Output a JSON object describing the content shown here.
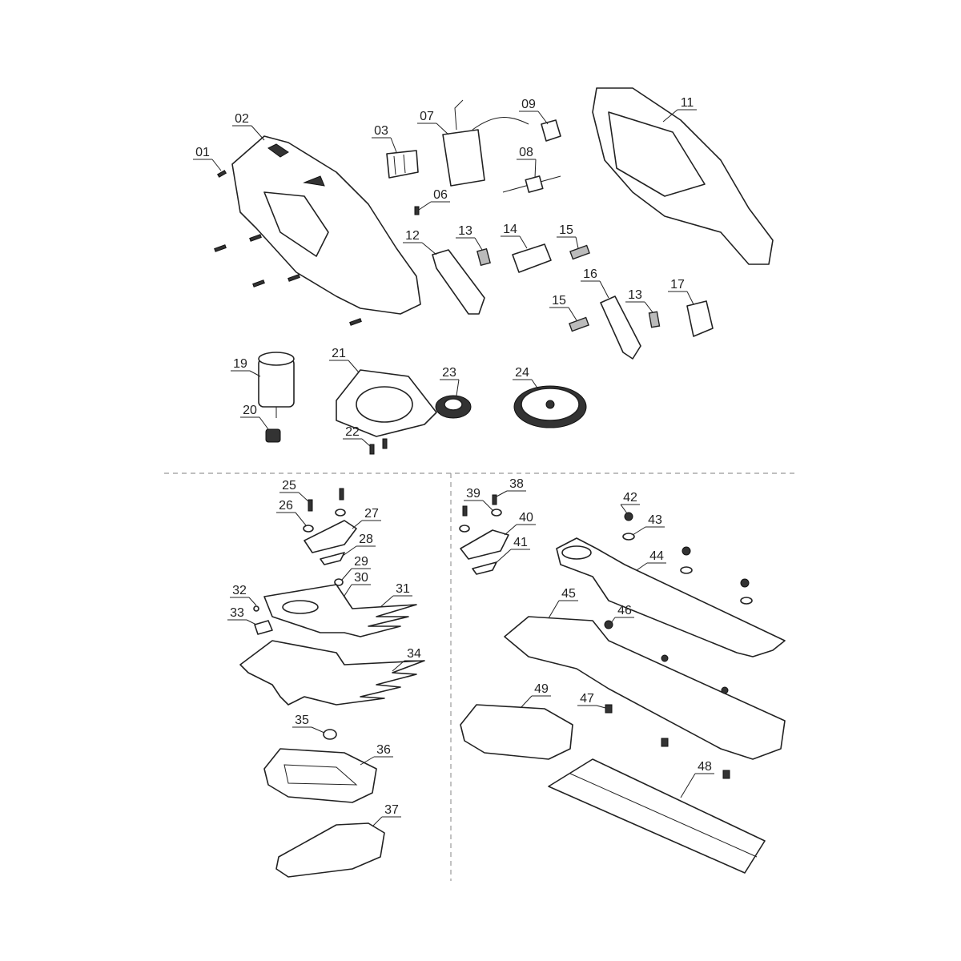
{
  "diagram_title": "",
  "labels": {
    "p01": "01",
    "p02": "02",
    "p03": "03",
    "p06": "06",
    "p07": "07",
    "p08": "08",
    "p09": "09",
    "p11": "11",
    "p12": "12",
    "p13a": "13",
    "p13b": "13",
    "p14": "14",
    "p15a": "15",
    "p15b": "15",
    "p16": "16",
    "p17": "17",
    "p19": "19",
    "p20": "20",
    "p21": "21",
    "p22": "22",
    "p23": "23",
    "p24": "24",
    "p25": "25",
    "p26": "26",
    "p27": "27",
    "p28": "28",
    "p29": "29",
    "p30": "30",
    "p31": "31",
    "p32": "32",
    "p33": "33",
    "p34": "34",
    "p35": "35",
    "p36": "36",
    "p37": "37",
    "p38": "38",
    "p39": "39",
    "p40": "40",
    "p41": "41",
    "p42": "42",
    "p43": "43",
    "p44": "44",
    "p45": "45",
    "p46": "46",
    "p47": "47",
    "p48": "48",
    "p49": "49"
  }
}
